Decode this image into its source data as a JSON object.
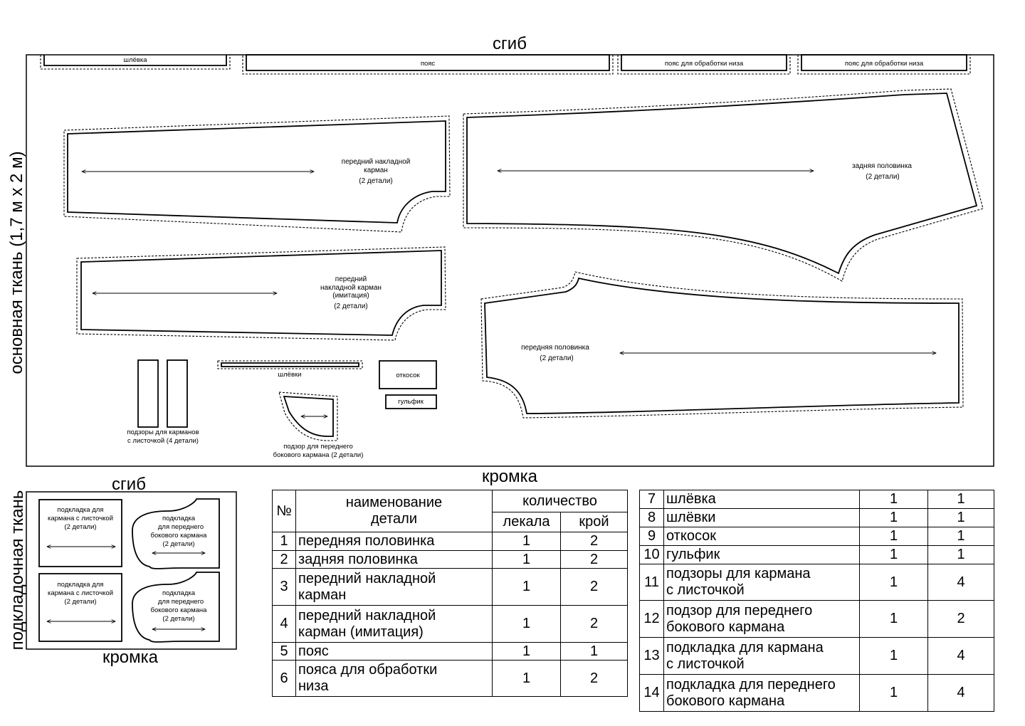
{
  "main_fabric": {
    "fold_label": "сгиб",
    "selvage_label": "кромка",
    "side_label": "основная ткань (1,7 м х 2 м)",
    "pieces": {
      "belt_loop": "шлёвка",
      "waistband": "пояс",
      "hem_band_1": "пояс для обработки низа",
      "hem_band_2": "пояс для обработки низа",
      "front_patch_pocket": [
        "передний накладной",
        "карман",
        "(2 детали)"
      ],
      "back_half": [
        "задняя половинка",
        "(2 детали)"
      ],
      "front_patch_pocket_imitation": [
        "передний",
        "накладной карман",
        "(имитация)",
        "(2 детали)"
      ],
      "front_half": [
        "передняя половинка",
        "(2 детали)"
      ],
      "belt_loops": "шлёвки",
      "facing_strip": "откосок",
      "fly": "гульфик",
      "welt_pocket_facings": [
        "подзоры для карманов",
        "с листочкой (4 детали)"
      ],
      "side_pocket_facing": [
        "подзор для переднего",
        "бокового кармана (2 детали)"
      ]
    }
  },
  "lining_fabric": {
    "fold_label": "сгиб",
    "selvage_label": "кромка",
    "side_label": "подкладочная ткань",
    "pieces": {
      "welt_lining_1": [
        "подкладка для",
        "кармана с листочкой",
        "(2 детали)"
      ],
      "side_lining_1": [
        "подкладка",
        "для переднего",
        "бокового кармана",
        "(2 детали)"
      ],
      "welt_lining_2": [
        "подкладка для",
        "кармана с листочкой",
        "(2 детали)"
      ],
      "side_lining_2": [
        "подкладка",
        "для переднего",
        "бокового кармана",
        "(2 детали)"
      ]
    }
  },
  "table_left": {
    "header": {
      "num": "№",
      "name": [
        "наименование",
        "детали"
      ],
      "qty": "количество",
      "patterns": "лекала",
      "cut": "крой"
    },
    "rows": [
      {
        "n": "1",
        "name": [
          "передняя половинка"
        ],
        "p": "1",
        "c": "2"
      },
      {
        "n": "2",
        "name": [
          "задняя половинка"
        ],
        "p": "1",
        "c": "2"
      },
      {
        "n": "3",
        "name": [
          "передний накладной",
          "карман"
        ],
        "p": "1",
        "c": "2"
      },
      {
        "n": "4",
        "name": [
          "передний накладной",
          "карман (имитация)"
        ],
        "p": "1",
        "c": "2"
      },
      {
        "n": "5",
        "name": [
          "пояс"
        ],
        "p": "1",
        "c": "1"
      },
      {
        "n": "6",
        "name": [
          "пояса для обработки",
          "низа"
        ],
        "p": "1",
        "c": "2"
      }
    ]
  },
  "table_right": {
    "rows": [
      {
        "n": "7",
        "name": [
          "шлёвка"
        ],
        "p": "1",
        "c": "1"
      },
      {
        "n": "8",
        "name": [
          "шлёвки"
        ],
        "p": "1",
        "c": "1"
      },
      {
        "n": "9",
        "name": [
          "откосок"
        ],
        "p": "1",
        "c": "1"
      },
      {
        "n": "10",
        "name": [
          "гульфик"
        ],
        "p": "1",
        "c": "1"
      },
      {
        "n": "11",
        "name": [
          "подзоры для кармана",
          "с листочкой"
        ],
        "p": "1",
        "c": "4"
      },
      {
        "n": "12",
        "name": [
          "подзор для переднего",
          "бокового кармана"
        ],
        "p": "1",
        "c": "2"
      },
      {
        "n": "13",
        "name": [
          "подкладка для кармана",
          "с листочкой"
        ],
        "p": "1",
        "c": "4"
      },
      {
        "n": "14",
        "name": [
          "подкладка для переднего",
          "бокового кармана"
        ],
        "p": "1",
        "c": "4"
      }
    ]
  }
}
